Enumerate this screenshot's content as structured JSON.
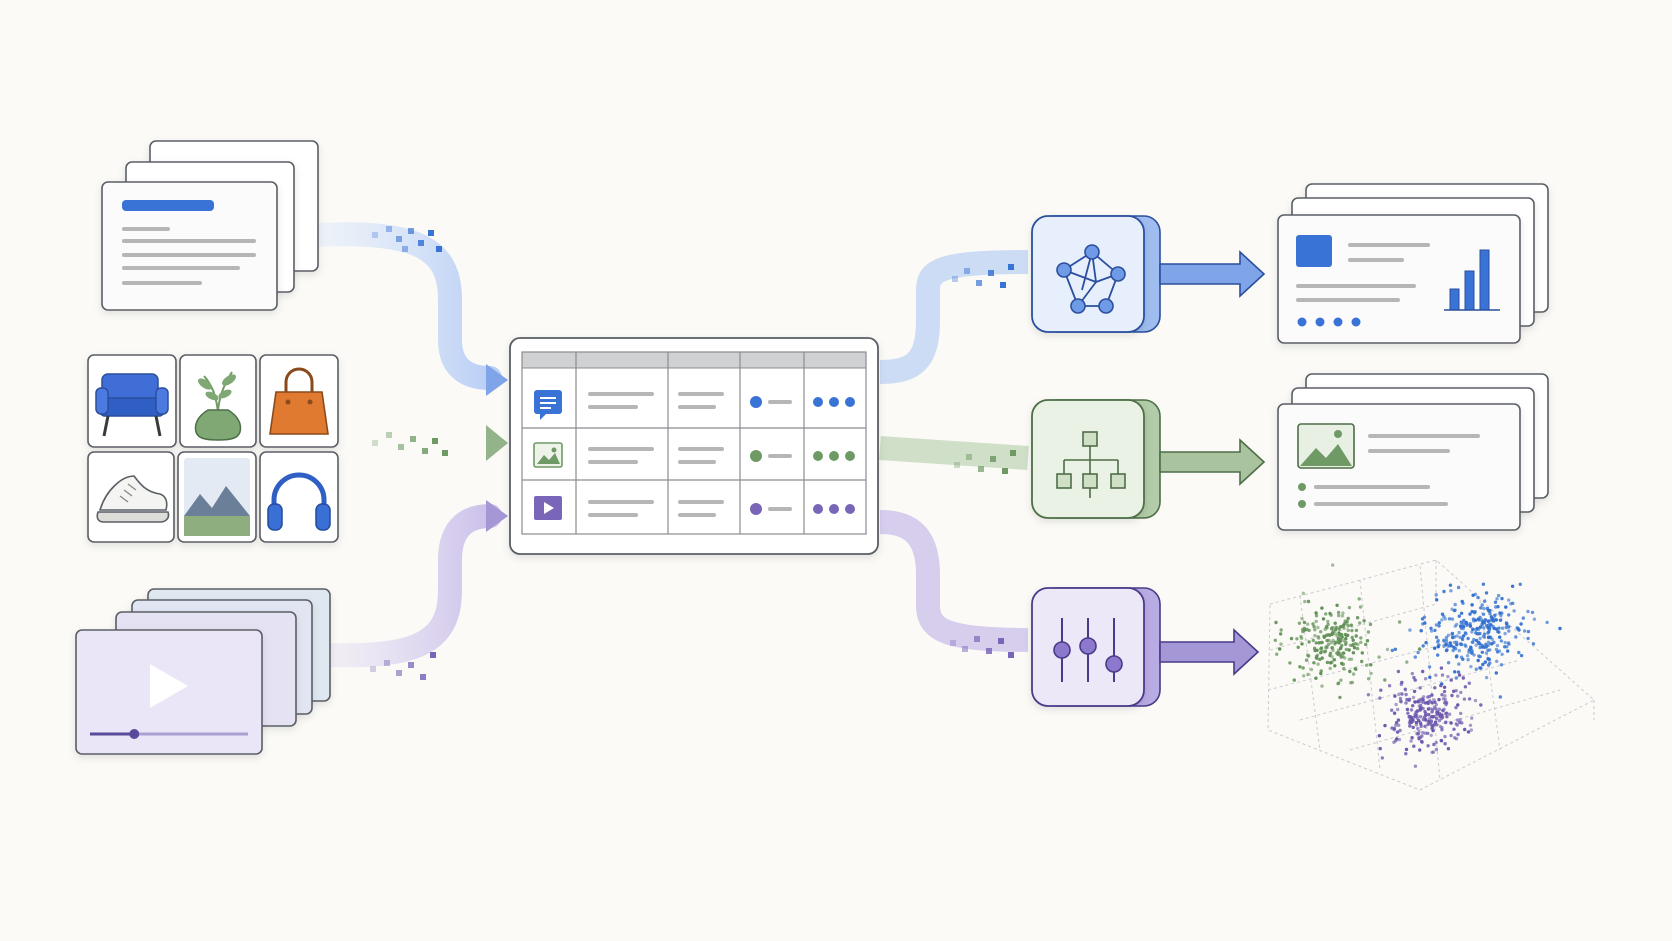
{
  "colors": {
    "background": "#fbfaf6",
    "text_accent": "#3a73d6",
    "image_accent": "#6f9a66",
    "video_accent": "#7a66b8",
    "card_border": "#5a5f66",
    "line_grey": "#b4b6b8"
  },
  "inputs": {
    "text_docs": {
      "icon": "document-stack-icon"
    },
    "image_grid": {
      "icons": [
        "armchair-icon",
        "plant-vase-icon",
        "handbag-icon",
        "sneaker-icon",
        "landscape-photo-icon",
        "headphones-icon"
      ]
    },
    "video_frames": {
      "icon": "video-stack-icon",
      "progress": 0.28
    }
  },
  "table": {
    "rows": [
      {
        "icon": "chat-icon",
        "accent": "#3a73d6"
      },
      {
        "icon": "image-icon",
        "accent": "#6f9a66"
      },
      {
        "icon": "play-icon",
        "accent": "#7a66b8"
      }
    ]
  },
  "processors": [
    {
      "icon": "network-graph-icon",
      "accent": "#3a73d6"
    },
    {
      "icon": "hierarchy-icon",
      "accent": "#6f9a66"
    },
    {
      "icon": "sliders-icon",
      "accent": "#7a66b8"
    }
  ],
  "outputs": {
    "text_report": {
      "icon": "bar-chart-icon",
      "bars": [
        0.35,
        0.65,
        1.0
      ]
    },
    "image_report": {
      "icon": "image-card-icon"
    },
    "embedding_clusters": {
      "icon": "scatter-clusters-icon",
      "cluster_colors": [
        "#5f8f55",
        "#2f6fd0",
        "#6b55ad"
      ]
    }
  }
}
